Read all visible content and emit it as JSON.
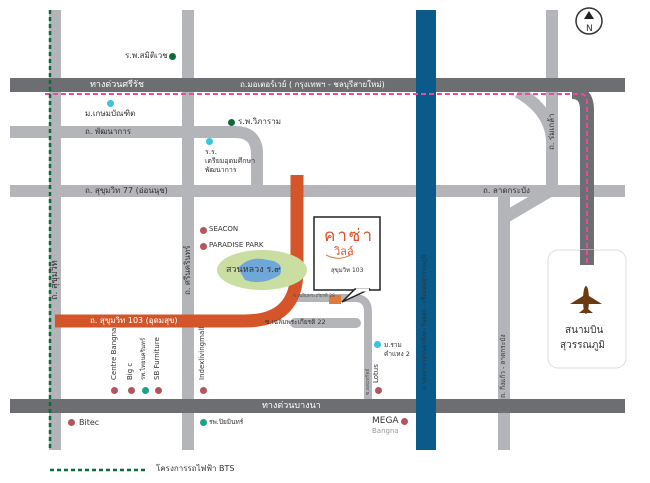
{
  "compass": {
    "label": "N"
  },
  "roads": {
    "sirat_expressway": "ทางด่วนศรีรัช",
    "motorway": "ถ.มอเตอร์เวย์ ( กรุงเทพฯ - ชลบุรีสายใหม่)",
    "phatthanakan": "ถ. พัฒนาการ",
    "sukhumvit77": "ถ. สุขุมวิท 77 (อ่อนนุช)",
    "latkrabang": "ถ. ลาดกระบัง",
    "romklao": "ถ. ร่มเกล้า",
    "sukhumvit": "ถ. สุขุมวิท",
    "srinakarin": "ถ. ศรีนครินทร์",
    "sukhumvit103": "ถ. สุขุมวิท 103 (อุดมสุข)",
    "soi22": "ซ.เฉลิมพระเกียรติ 22",
    "soi28": "ซ.เฉลิมพระเกียรติ 28",
    "soi_vertical": "ซ.ผสมทรัพย์",
    "ring_road": "ถ.วงแหวนรอบนอกฝั่งตะวันออก - เชื่อมต่อสุวรรณภูมิ",
    "kingkaew": "ถ. กิ่งแก้ว - ลาดกระบัง",
    "bangna_expressway": "ทางด่วนบางนา"
  },
  "places": {
    "samitivej": "ร.พ.สมิติเวช",
    "kasem": "ม.เกษมบัณฑิต",
    "wibharam": "ร.พ.วิภาราม",
    "school": [
      "ร.ร.",
      "เตรียมอุดมศึกษา",
      "พัฒนาการ"
    ],
    "seacon": "SEACON",
    "paradise": "PARADISE PARK",
    "park": "สวนหลวง ร.๙",
    "ram": [
      "ม.ราม",
      "คำแหง 2"
    ],
    "lotus": "Lotus",
    "centre_bangna": "Centre Bangna",
    "bigc": "Big c",
    "thainakarin": "รพ.ไทยนครินทร์",
    "sb": "SB Furniture",
    "index": "Indexlivingmall",
    "bitec": "Bitec",
    "piyamin": "รพ.ปิยมินทร์",
    "mega": "MEGA",
    "mega_sub": "Bangna",
    "airport": [
      "สนามบิน",
      "สุวรรณภูมิ"
    ]
  },
  "project": {
    "name1": "คาซ่า",
    "name2": "วิลล์",
    "sub": "สุขุมวิท 103"
  },
  "legend": {
    "bts": "โครงการรถไฟฟ้า BTS"
  },
  "colors": {
    "expressway": "#6d6e71",
    "road": "#b3b5b8",
    "main": "#d4552a",
    "ring": "#0a5a8a",
    "bts": "#0d6b3a",
    "pink": "#ec4a9c",
    "airplane": "#6b3a10"
  }
}
